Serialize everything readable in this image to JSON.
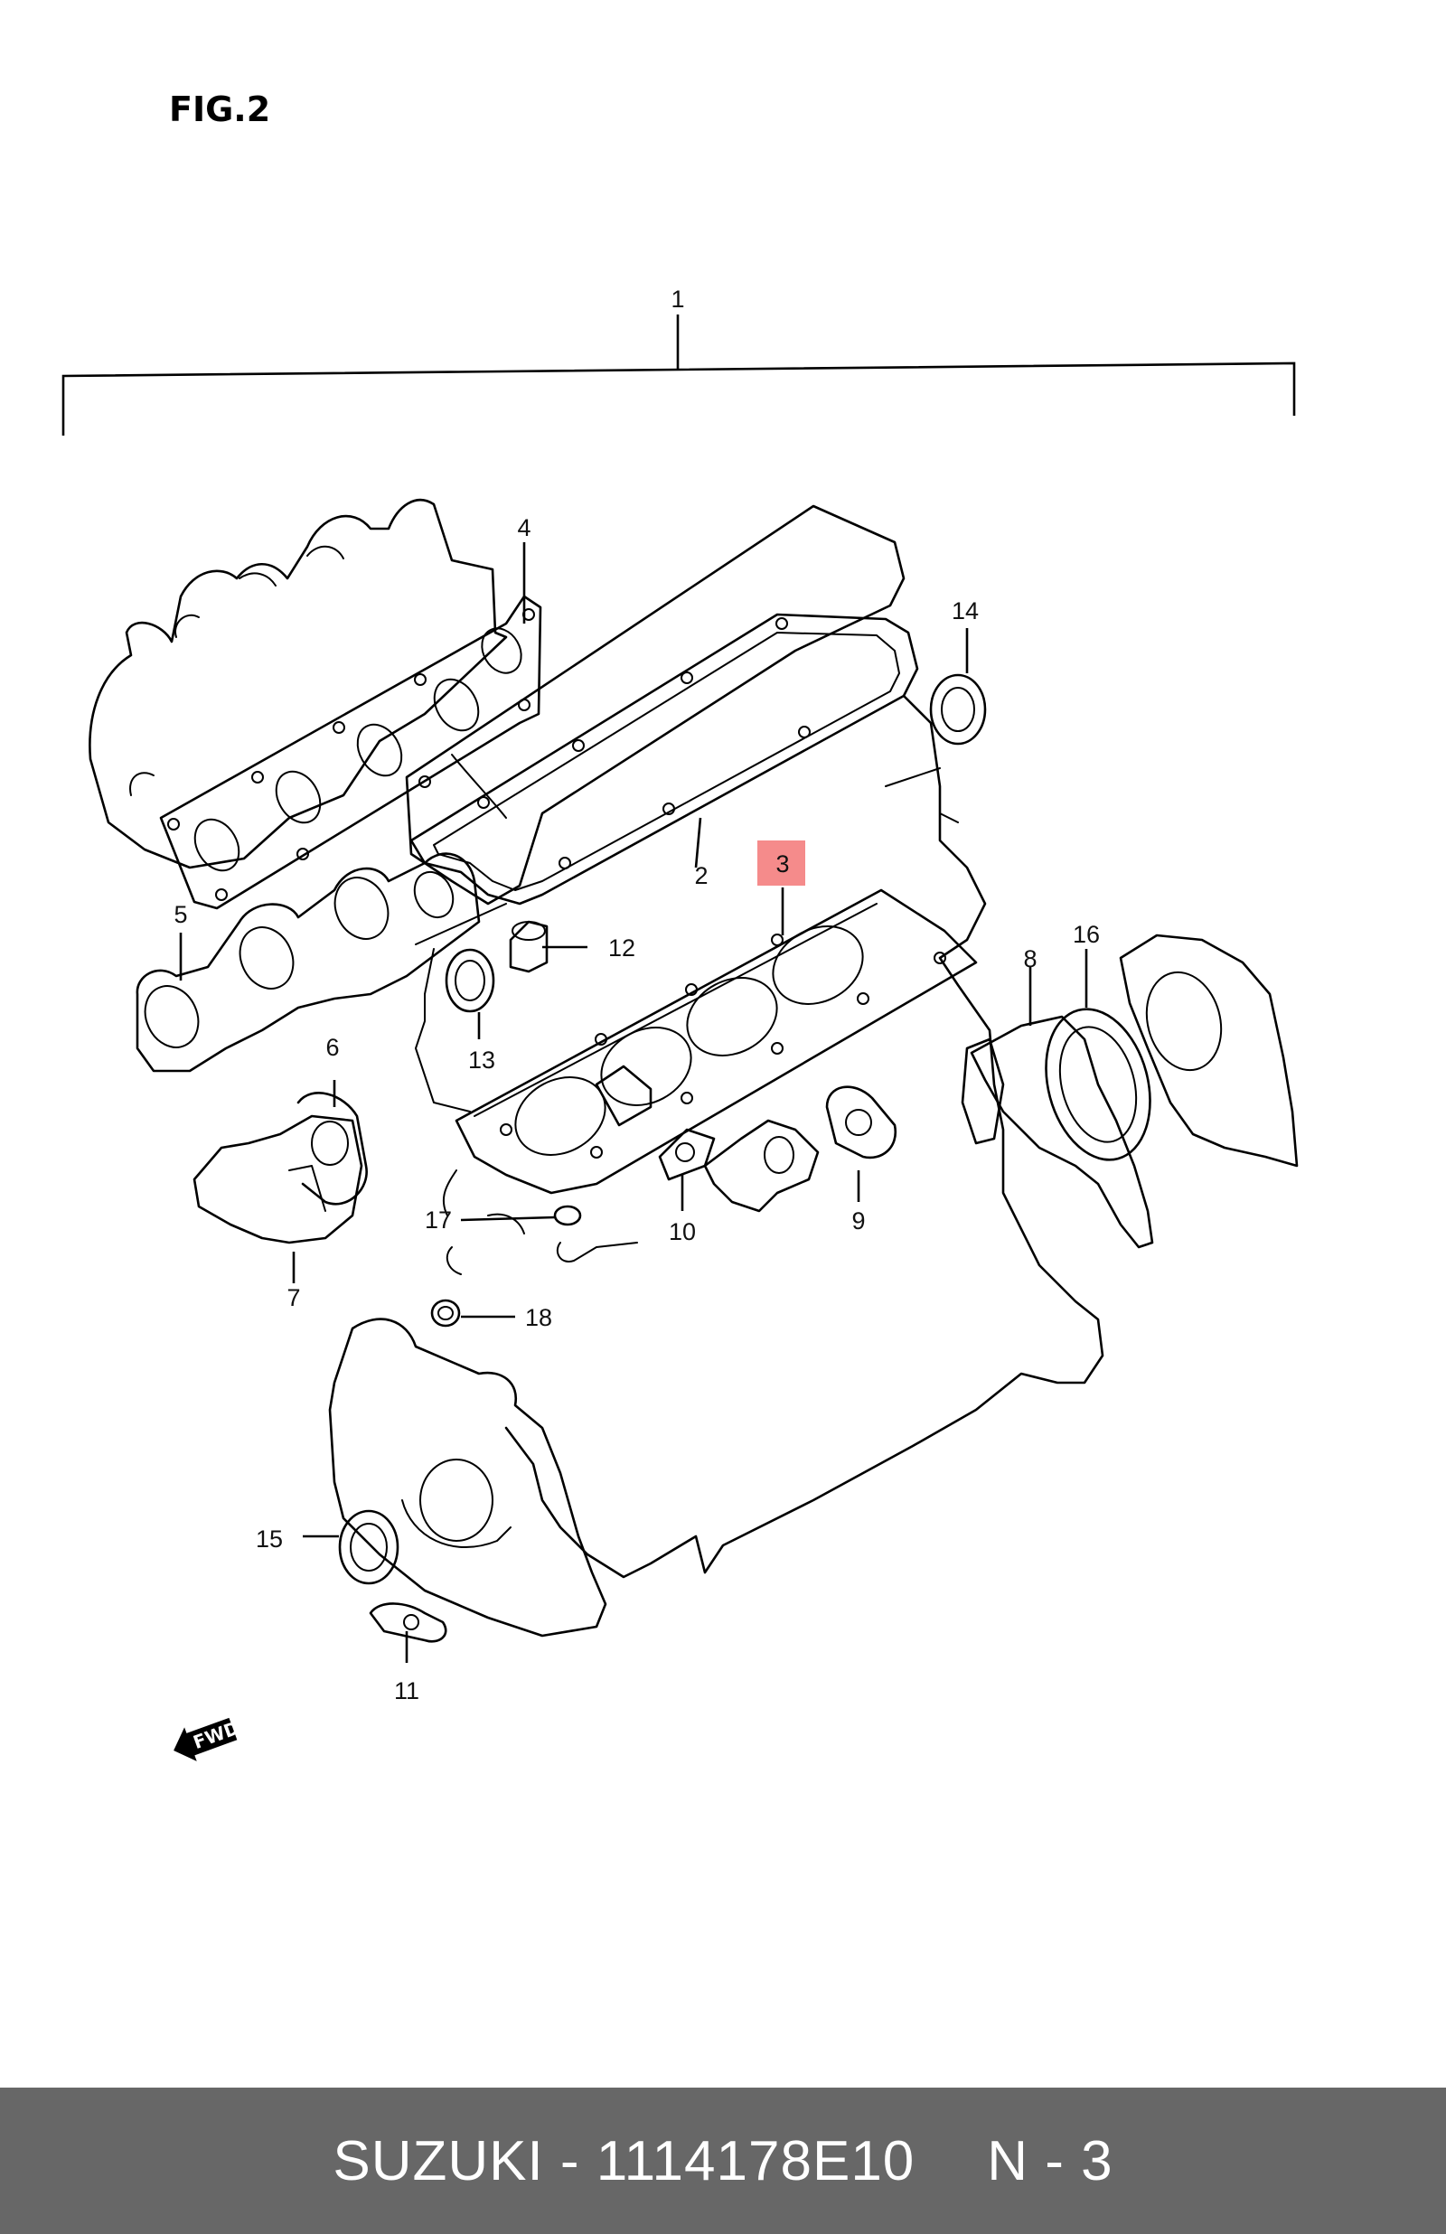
{
  "figure_label": "FIG.2",
  "callouts": {
    "c1": "1",
    "c2": "2",
    "c3": "3",
    "c4": "4",
    "c5": "5",
    "c6": "6",
    "c7": "7",
    "c8": "8",
    "c9": "9",
    "c10": "10",
    "c11": "11",
    "c12": "12",
    "c13": "13",
    "c14": "14",
    "c15": "15",
    "c16": "16",
    "c17": "17",
    "c18": "18"
  },
  "highlight_color": "#f58b8b",
  "fwd_label": "FWD",
  "footer": {
    "part_text": "SUZUKI - 1114178E10",
    "page_ref": "N - 3"
  }
}
